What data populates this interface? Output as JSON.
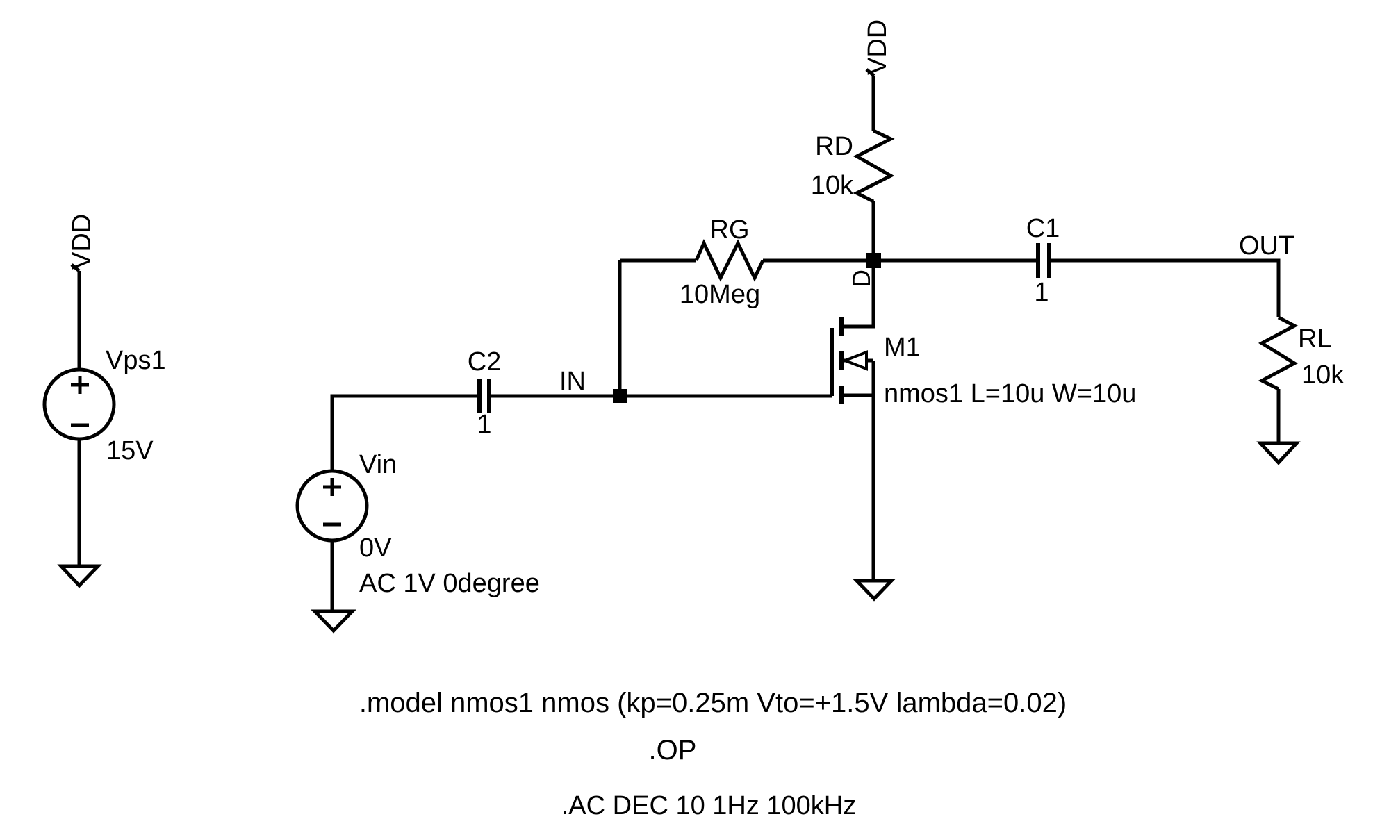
{
  "colors": {
    "background": "#ffffff",
    "ink": "#000000",
    "directive_blue": "#1515c3"
  },
  "schematic": {
    "nets": {
      "vdd_left": "VDD",
      "vdd_top": "VDD",
      "input": "IN",
      "output": "OUT",
      "drain": "D"
    },
    "components": {
      "vps1": {
        "ref": "Vps1",
        "value": "15V"
      },
      "vin": {
        "ref": "Vin",
        "value": "0V",
        "ac": "AC 1V 0degree"
      },
      "c2": {
        "ref": "C2",
        "value": "1"
      },
      "c1": {
        "ref": "C1",
        "value": "1"
      },
      "rg": {
        "ref": "RG",
        "value": "10Meg"
      },
      "rd": {
        "ref": "RD",
        "value": "10k"
      },
      "rl": {
        "ref": "RL",
        "value": "10k"
      },
      "m1": {
        "ref": "M1",
        "model": "nmos1 L=10u W=10u"
      }
    },
    "directives": {
      "model": ".model nmos1 nmos (kp=0.25m Vto=+1.5V lambda=0.02)",
      "op": ".OP",
      "ac": ".AC DEC 10 1Hz 100kHz"
    }
  }
}
